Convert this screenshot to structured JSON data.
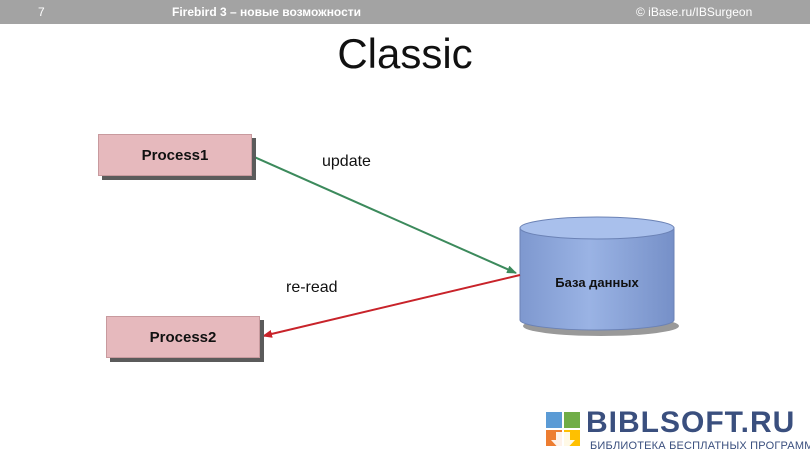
{
  "header": {
    "slide_number": "7",
    "subject": "Firebird 3 – новые возможности",
    "copyright": "© iBase.ru/IBSurgeon"
  },
  "title": "Classic",
  "nodes": {
    "process1": "Process1",
    "process2": "Process2",
    "database": "База данных"
  },
  "edges": {
    "update": {
      "label": "update",
      "color": "#3c8a5c"
    },
    "reread": {
      "label": "re-read",
      "color": "#c8232a"
    }
  },
  "colors": {
    "process_fill": "#e6b9bd",
    "database_fill": "#8ea9dc",
    "header_bar": "#a3a3a3"
  },
  "watermark": {
    "title": "BIBLSOFT.RU",
    "subtitle": "БИБЛИОТЕКА БЕСПЛАТНЫХ ПРОГРАММ"
  }
}
